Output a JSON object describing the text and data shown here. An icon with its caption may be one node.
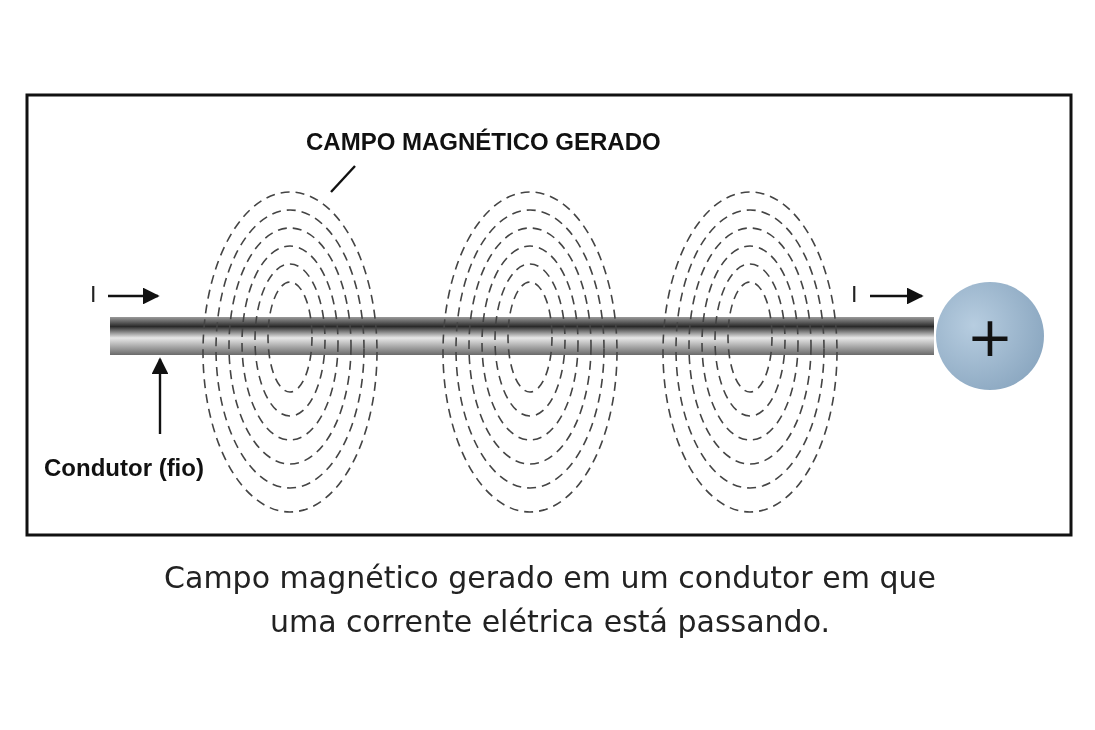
{
  "diagram": {
    "caption": "Campo magnético gerado em um condutor em que uma corrente elétrica está passando.",
    "nodes": [
      {
        "text": [
          "CAMPO MAGNÉTICO GERADO"
        ]
      },
      {
        "text": [],
        "shape": "ellipse"
      },
      {
        "text": [
          "Condutor (fio)"
        ]
      },
      {
        "text": [],
        "shape": "cylinder"
      },
      {
        "text": [
          "+"
        ]
      },
      {
        "text": [],
        "shape": "ellipse"
      },
      {
        "text": [],
        "shape": "ellipse"
      }
    ],
    "edges": [
      {
        "from": 0,
        "to": 1,
        "arrow": "none"
      },
      {
        "from": 2,
        "to": 3,
        "arrow": "to"
      }
    ],
    "labels": [
      "I",
      "I"
    ]
  }
}
